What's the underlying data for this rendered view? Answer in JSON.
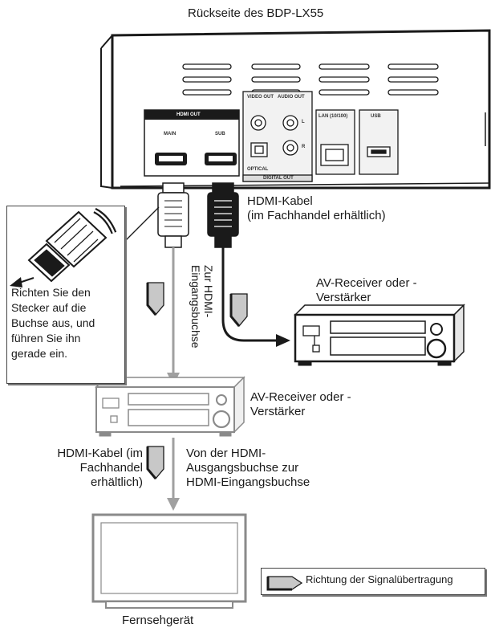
{
  "title": "Rückseite des BDP-LX55",
  "panel": {
    "hdmi_out": "HDMI OUT",
    "hdmi_main": "MAIN",
    "hdmi_sub": "SUB",
    "video_out": "VIDEO OUT",
    "audio_out": "AUDIO OUT",
    "audio_l": "L",
    "audio_r": "R",
    "optical": "OPTICAL",
    "digital_out": "DIGITAL OUT",
    "lan": "LAN (10/100)",
    "usb": "USB"
  },
  "labels": {
    "hdmi_cable_top": [
      "HDMI-Kabel",
      "(im Fachhandel erhältlich)"
    ],
    "av_receiver_right": [
      "AV-Receiver oder -",
      "Verstärker"
    ],
    "av_receiver_center": [
      "AV-Receiver oder -",
      "Verstärker"
    ],
    "zur_hdmi_eingangsbuchse": [
      "Zur HDMI-",
      "Eingangsbuchse"
    ],
    "hdmi_cable_left": [
      "HDMI-Kabel (im",
      "Fachhandel",
      "erhältlich)"
    ],
    "von_der_hdmi": [
      "Von der HDMI-",
      "Ausgangsbuchse zur",
      "HDMI-Eingangsbuchse"
    ],
    "callout": [
      "Richten Sie den",
      "Stecker auf die",
      "Buchse aus, und",
      "führen Sie ihn",
      "gerade ein."
    ],
    "legend": "Richtung der Signalübertragung",
    "tv": "Fernsehgerät"
  },
  "colors": {
    "line": "#1a1a1a",
    "signal_line": "#a0a0a0",
    "arrow_fill": "#c8c8c8",
    "panel_fill": "#ffffff"
  }
}
